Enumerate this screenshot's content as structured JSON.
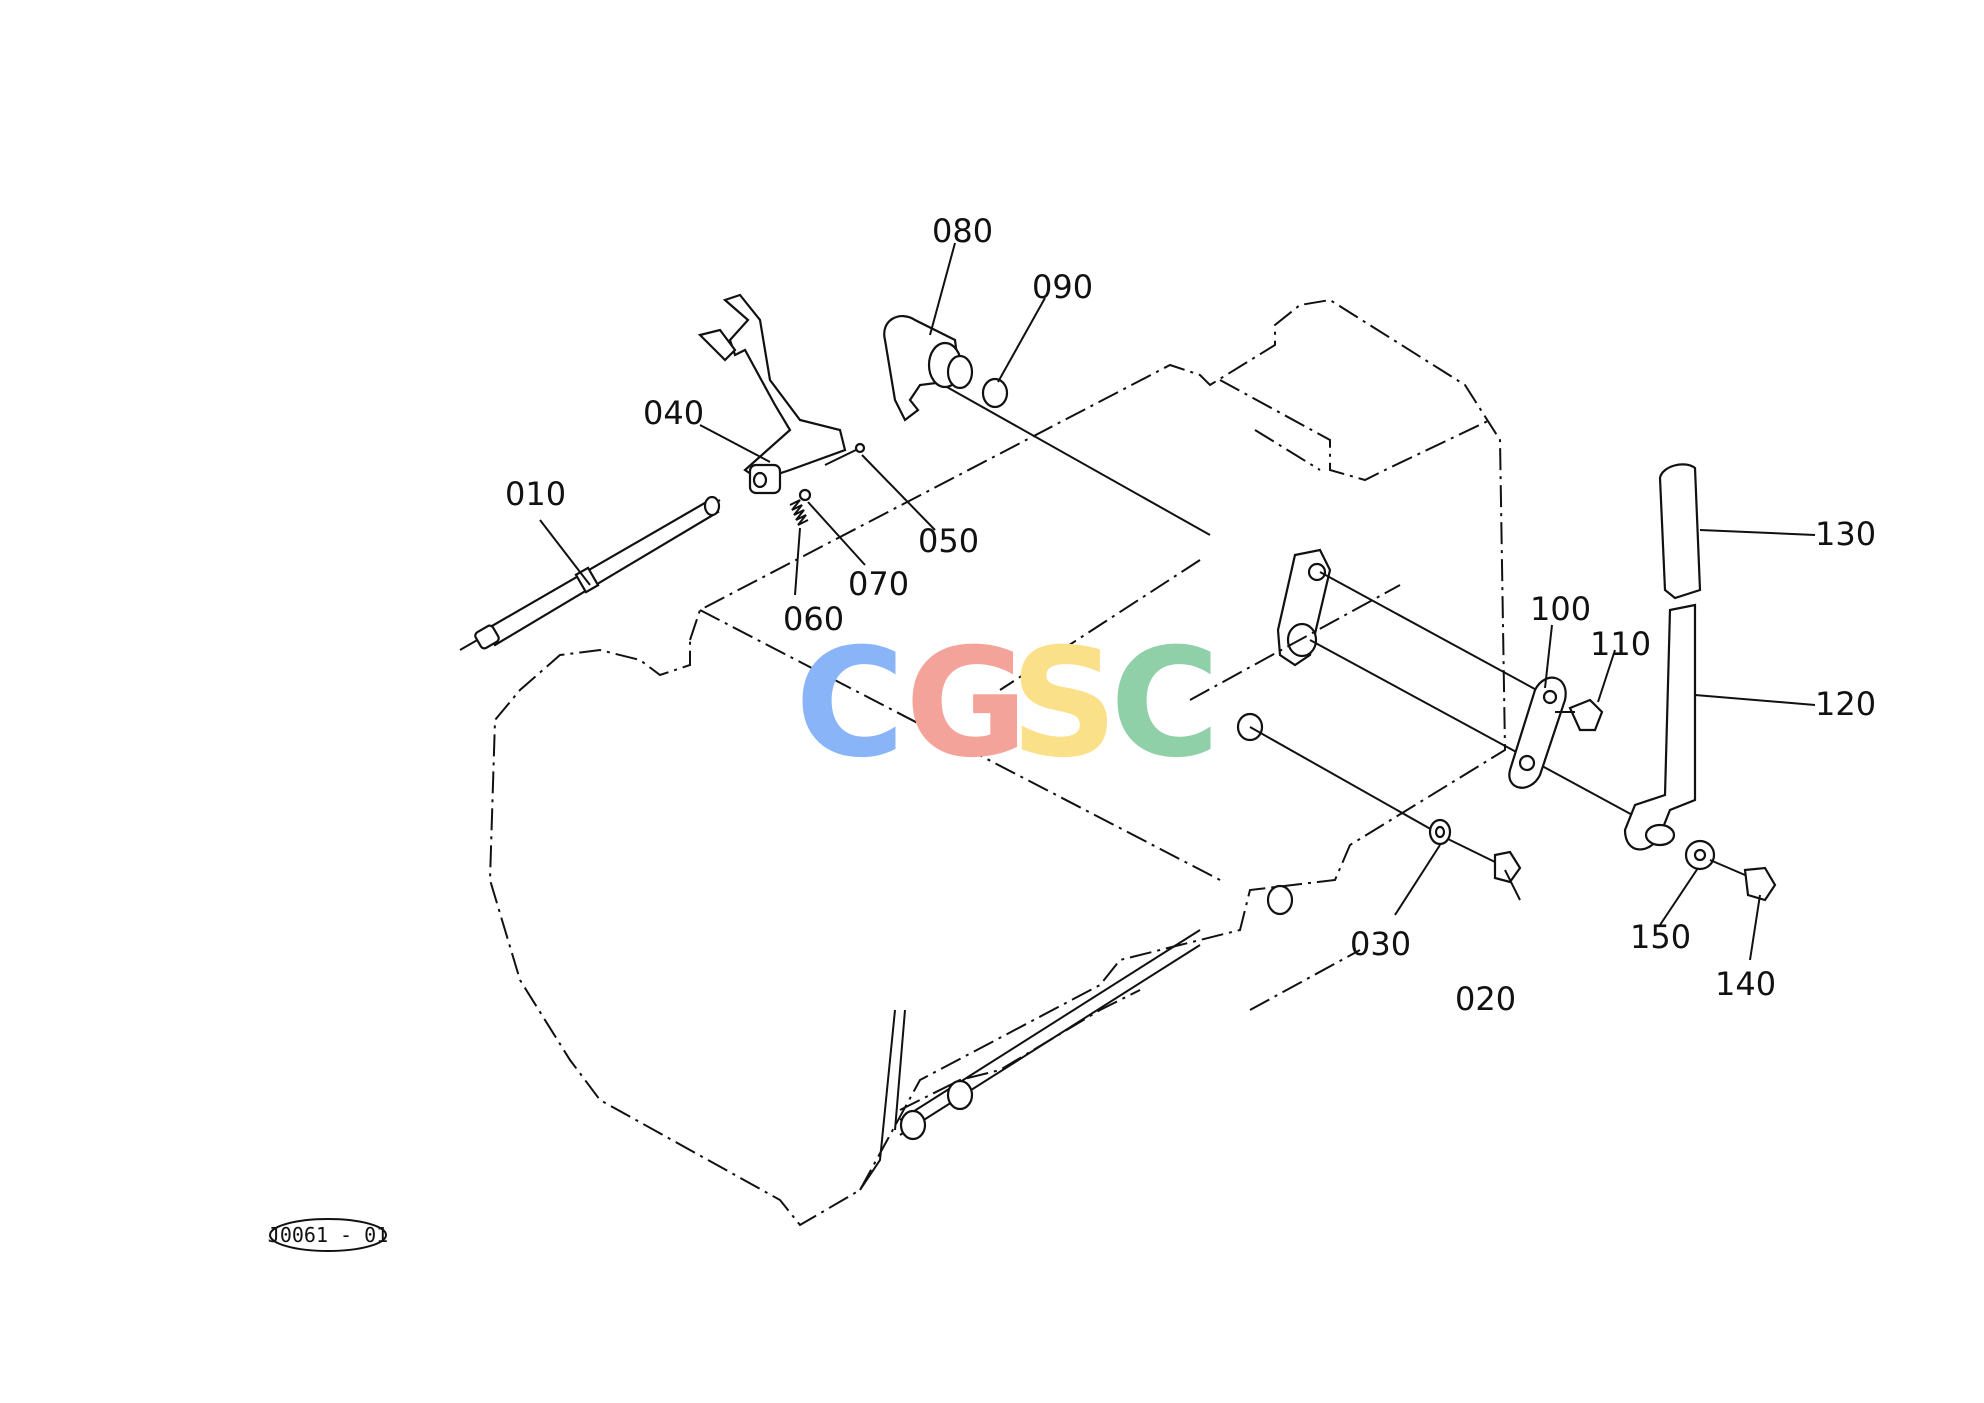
{
  "diagram": {
    "reference_code": "J0061 - 01",
    "part_numbers": [
      {
        "id": "010",
        "text": "010"
      },
      {
        "id": "020",
        "text": "020"
      },
      {
        "id": "030",
        "text": "030"
      },
      {
        "id": "040",
        "text": "040"
      },
      {
        "id": "050",
        "text": "050"
      },
      {
        "id": "060",
        "text": "060"
      },
      {
        "id": "070",
        "text": "070"
      },
      {
        "id": "080",
        "text": "080"
      },
      {
        "id": "090",
        "text": "090"
      },
      {
        "id": "100",
        "text": "100"
      },
      {
        "id": "110",
        "text": "110"
      },
      {
        "id": "120",
        "text": "120"
      },
      {
        "id": "130",
        "text": "130"
      },
      {
        "id": "140",
        "text": "140"
      },
      {
        "id": "150",
        "text": "150"
      }
    ]
  },
  "watermark": {
    "letters": [
      "C",
      "G",
      "S",
      "C"
    ],
    "colors": [
      "#8ab4f8",
      "#f4a39a",
      "#fbe08a",
      "#8fd0a8"
    ]
  }
}
